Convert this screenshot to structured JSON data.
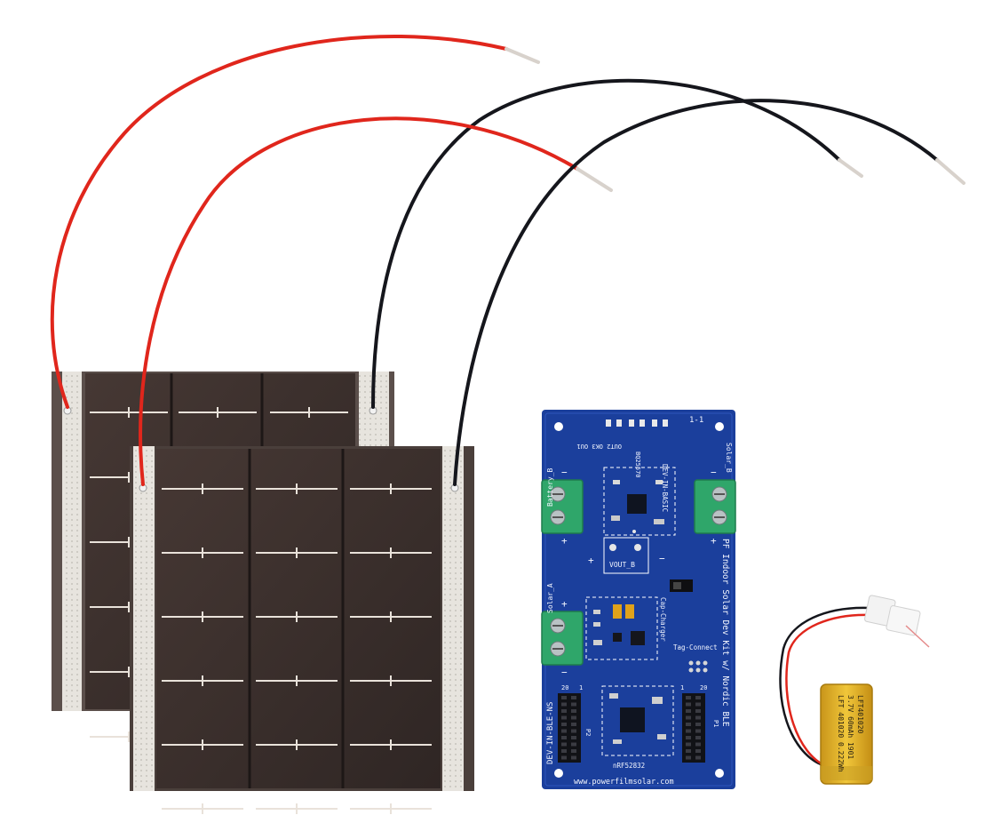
{
  "colors": {
    "background": "#ffffff",
    "panel_cell": "#3b302d",
    "panel_substrate": "#d9d6cf",
    "wire_red": "#e0261c",
    "wire_black": "#15161c",
    "pcb_blue": "#1b3f9c",
    "terminal_green": "#2fa66a",
    "battery_gold": "#e2b21f"
  },
  "board": {
    "title": "PF Indoor Solar Dev Kit w/ Nordic BLE",
    "website": "www.powerfilmsolar.com",
    "revision": "1-1",
    "part_number": "DEV-IN-BLE-NS",
    "basic_module": "DEV-IN-BASIC",
    "charger_ic": "BQ25570",
    "cap_charger": "Cap-Charger",
    "mcu": "nRF52832",
    "tag_connect": "Tag-Connect",
    "vout": "VOUT_B",
    "solar_a": "Solar_A",
    "solar_b": "Solar_B",
    "battery_b": "Battery_B",
    "out_labels": "OUT2  OK3  OU1",
    "header_p1": "P1",
    "header_p2": "P2",
    "pin_20": "20",
    "pin_1": "1",
    "plus": "+",
    "minus": "−"
  },
  "battery": {
    "label_line1": "LFT 401020 0.222Wh",
    "label_line2": "3.7V 60mAh 1901",
    "label_line3": "LFT401020"
  }
}
